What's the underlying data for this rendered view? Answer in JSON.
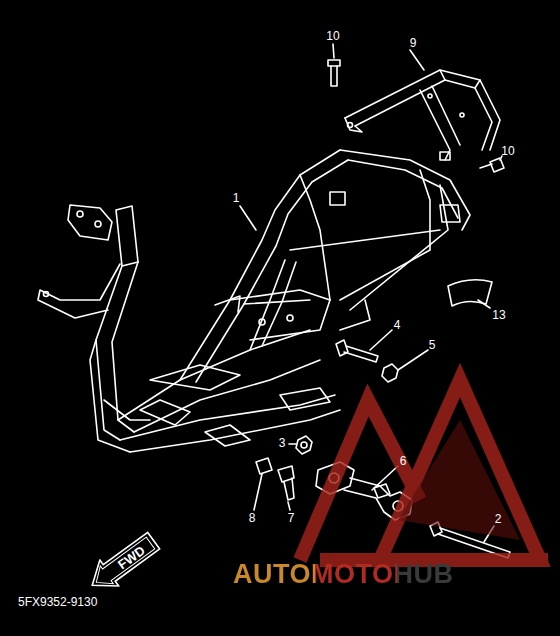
{
  "diagram": {
    "nodes": [
      {
        "text": [
          "FWD"
        ]
      }
    ],
    "labels": [
      "10",
      "9",
      "10",
      "1",
      "13",
      "4",
      "5",
      "3",
      "6",
      "2",
      "8",
      "7",
      "5FX9352-9130",
      "AUTOMOTOHUB"
    ]
  }
}
